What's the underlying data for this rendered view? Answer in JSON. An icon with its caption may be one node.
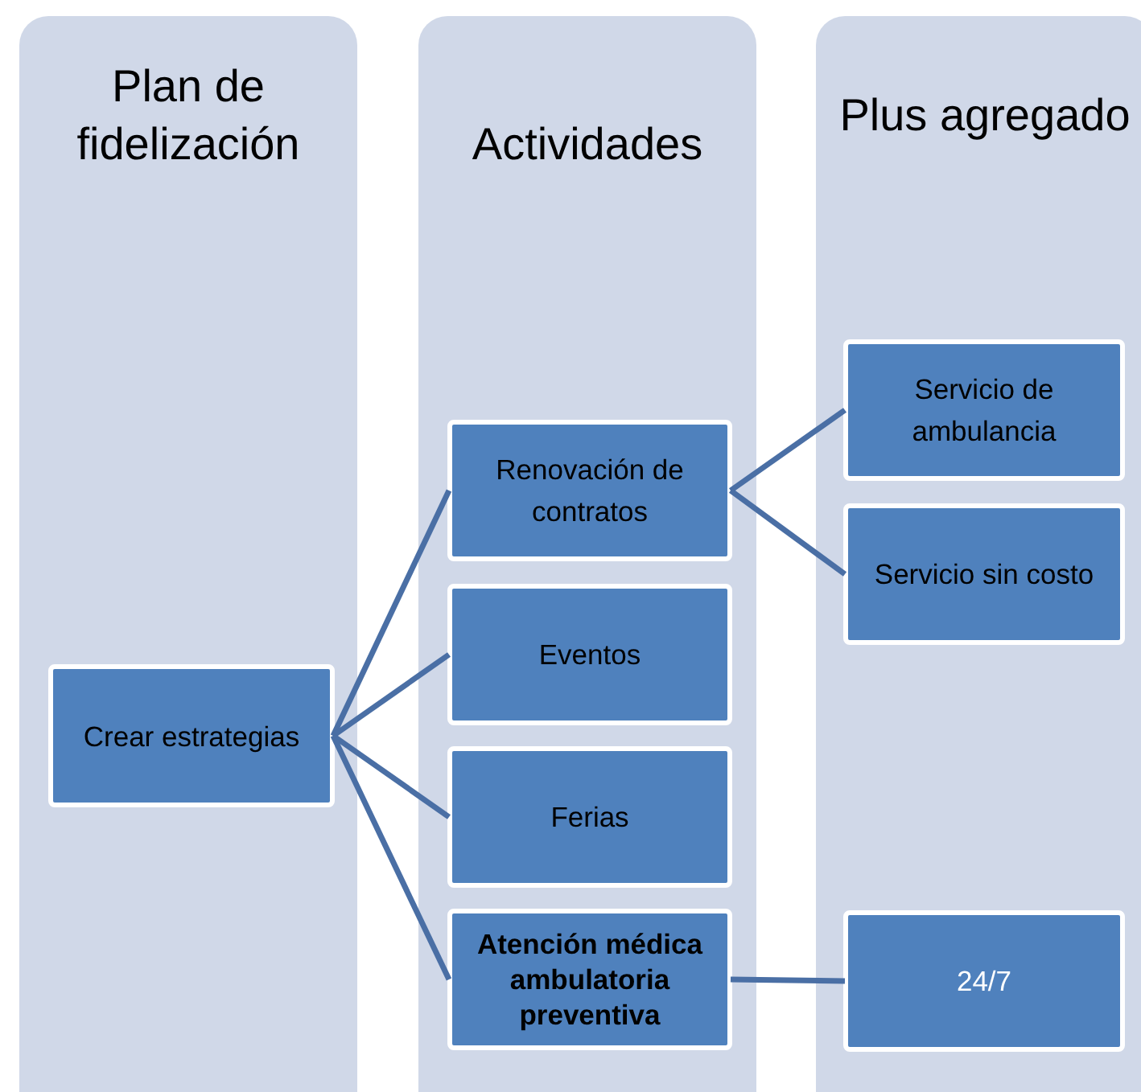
{
  "diagram": {
    "nodes": [
      {
        "text": [
          "Plan de fidelización"
        ]
      },
      {
        "text": [
          "Actividades"
        ]
      },
      {
        "text": [
          "Plus agregado"
        ]
      },
      {
        "text": [
          "Crear estrategias"
        ],
        "in": 0
      },
      {
        "text": [
          "Renovación de contratos"
        ],
        "in": 1
      },
      {
        "text": [
          "Eventos"
        ],
        "in": 1
      },
      {
        "text": [
          "Ferias"
        ],
        "in": 1
      },
      {
        "text": [
          "Atención médica ambulatoria preventiva"
        ],
        "in": 1
      },
      {
        "text": [
          "Servicio de ambulancia"
        ],
        "in": 2
      },
      {
        "text": [
          "Servicio sin costo"
        ],
        "in": 2
      },
      {
        "text": [
          "24/7"
        ],
        "in": 2
      }
    ],
    "edges": [
      {
        "from": 3,
        "to": 4,
        "arrow": "none"
      },
      {
        "from": 3,
        "to": 5,
        "arrow": "none"
      },
      {
        "from": 3,
        "to": 6,
        "arrow": "none"
      },
      {
        "from": 3,
        "to": 7,
        "arrow": "none"
      },
      {
        "from": 4,
        "to": 8,
        "arrow": "none"
      },
      {
        "from": 4,
        "to": 9,
        "arrow": "none"
      },
      {
        "from": 7,
        "to": 10,
        "arrow": "none"
      }
    ]
  }
}
